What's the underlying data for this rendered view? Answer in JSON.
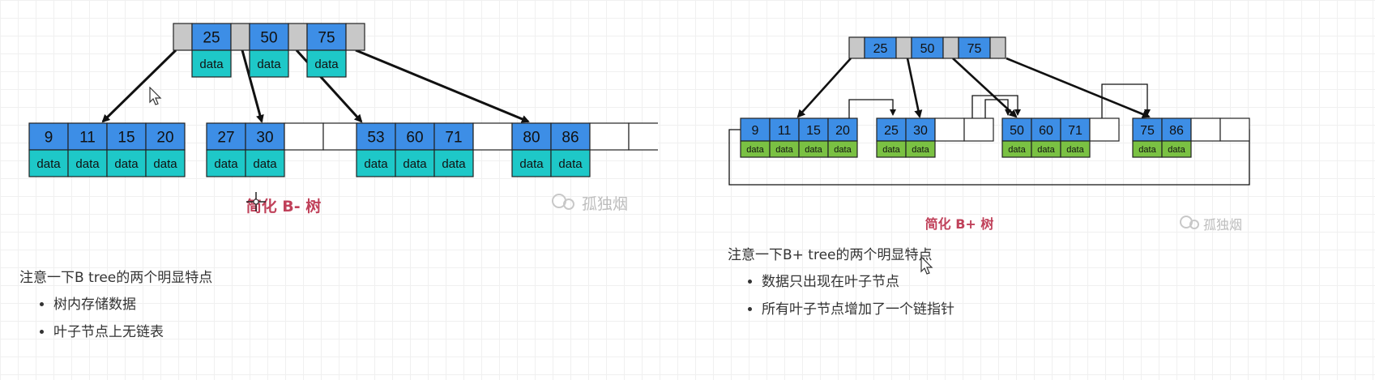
{
  "btree": {
    "root_keys": [
      "25",
      "50",
      "75"
    ],
    "root_data_label": "data",
    "leaves": [
      {
        "keys": [
          "9",
          "11",
          "15",
          "20"
        ],
        "data": [
          "data",
          "data",
          "data",
          "data"
        ]
      },
      {
        "keys": [
          "27",
          "30",
          "",
          ""
        ],
        "data": [
          "data",
          "data"
        ]
      },
      {
        "keys": [
          "53",
          "60",
          "71",
          ""
        ],
        "data": [
          "data",
          "data",
          "data"
        ]
      },
      {
        "keys": [
          "80",
          "86",
          "",
          ""
        ],
        "data": [
          "data",
          "data"
        ]
      }
    ],
    "caption": "简化 B- 树",
    "watermark": "孤独烟"
  },
  "bplustree": {
    "root_keys": [
      "25",
      "50",
      "75"
    ],
    "leaves": [
      {
        "keys": [
          "9",
          "11",
          "15",
          "20"
        ],
        "data": [
          "data",
          "data",
          "data",
          "data"
        ]
      },
      {
        "keys": [
          "25",
          "30",
          "",
          ""
        ],
        "data": [
          "data",
          "data"
        ]
      },
      {
        "keys": [
          "50",
          "60",
          "71",
          ""
        ],
        "data": [
          "data",
          "data",
          "data"
        ]
      },
      {
        "keys": [
          "75",
          "86",
          "",
          ""
        ],
        "data": [
          "data",
          "data"
        ]
      }
    ],
    "caption": "简化 B+ 树",
    "watermark": "孤独烟"
  },
  "notes_left": {
    "heading": "注意一下B  tree的两个明显特点",
    "items": [
      "树内存储数据",
      "叶子节点上无链表"
    ]
  },
  "notes_right": {
    "heading": "注意一下B+ tree的两个明显特点",
    "items": [
      "数据只出现在叶子节点",
      "所有叶子节点增加了一个链指针"
    ]
  },
  "colors": {
    "key_blue": "#3d8ee6",
    "data_cyan": "#1ec8c8",
    "data_green": "#7ac143",
    "pointer_gray": "#c8c8c8",
    "caption_red": "#c0415a"
  }
}
